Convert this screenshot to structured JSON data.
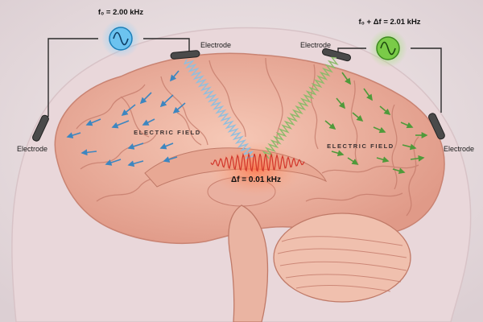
{
  "generators": {
    "left": {
      "label": "f₀ = 2.00 kHz",
      "color": "#3aa6e8",
      "icon": "sine-wave-icon"
    },
    "right": {
      "label": "f₀ + Δf = 2.01 kHz",
      "color": "#4caf2c",
      "icon": "sine-wave-icon"
    }
  },
  "electrodes": {
    "left_side": "Electrode",
    "top_left": "Electrode",
    "top_right": "Electrode",
    "right_side": "Electrode"
  },
  "fields": {
    "left": {
      "label": "ELECTRIC FIELD",
      "arrow_color": "#3d86c0"
    },
    "right": {
      "label": "ELECTRIC FIELD",
      "arrow_color": "#4f9a3a"
    }
  },
  "beat": {
    "label": "Δf = 0.01 kHz",
    "color": "#d2352a"
  },
  "colors": {
    "background": "#ece2e4",
    "brain": "#f0b6a4",
    "wire": "#2a2a2a",
    "coil_blue": "#8fbfdf",
    "coil_green": "#8cbb6a"
  }
}
